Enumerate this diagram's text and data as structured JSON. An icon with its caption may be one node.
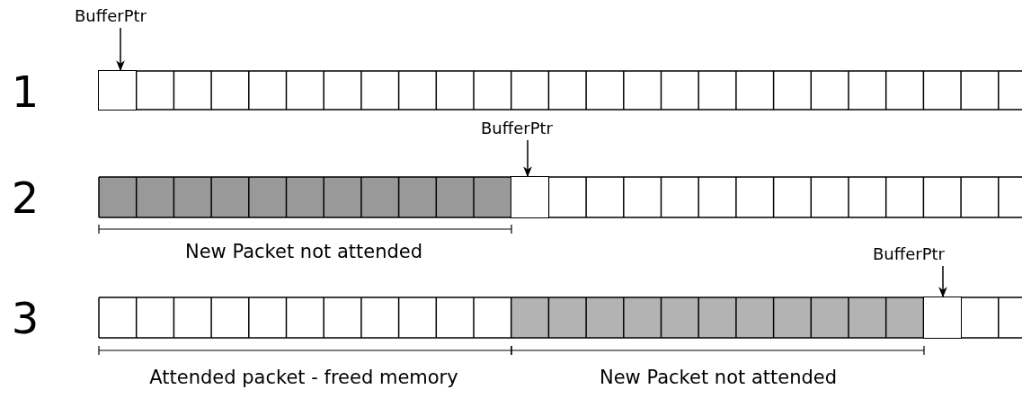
{
  "diagram": {
    "nodes": [
      {
        "text": [
          "BufferPtr"
        ]
      },
      {
        "text": [
          "BufferPtr"
        ]
      },
      {
        "text": [
          "BufferPtr"
        ]
      },
      {
        "text": [],
        "shape": "box"
      },
      {
        "text": [],
        "shape": "box"
      },
      {
        "text": [],
        "shape": "box"
      }
    ],
    "edges": [
      {
        "from": 0,
        "to": 3,
        "arrow": "to"
      },
      {
        "from": 1,
        "to": 4,
        "arrow": "to"
      },
      {
        "from": 2,
        "to": 5,
        "arrow": "to"
      }
    ],
    "labels": [
      "1",
      "2",
      "New Packet not attended",
      "3",
      "Attended packet - freed memory",
      "New Packet not attended"
    ]
  }
}
